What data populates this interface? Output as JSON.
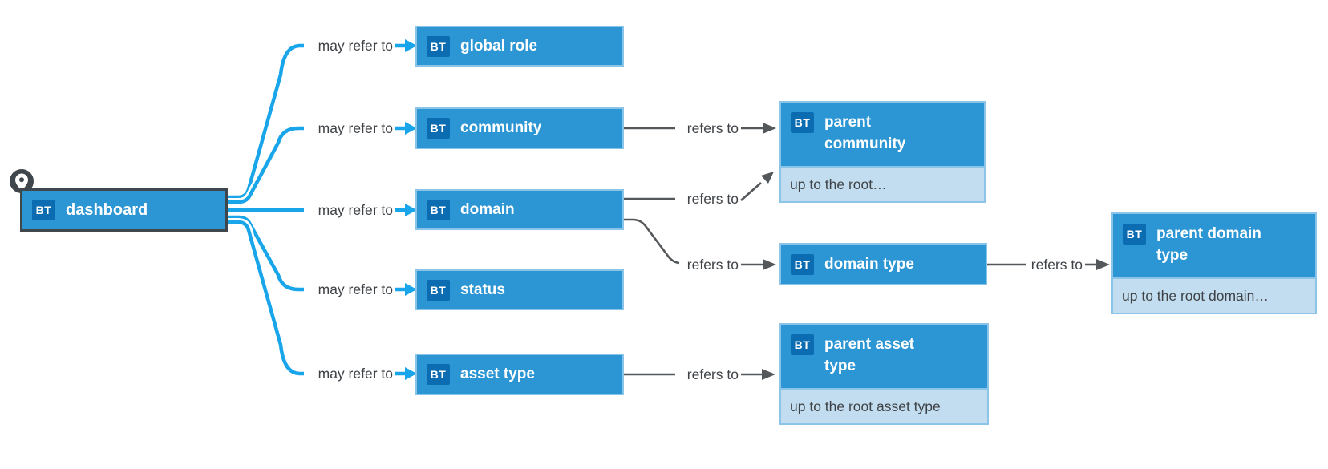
{
  "diagram": {
    "badge_text": "BT",
    "colors": {
      "node_fill": "#2C96D4",
      "badge_fill": "#0C6CB2",
      "node_border": "#8AC4E9",
      "footer_fill": "#C2DDEF",
      "root_border": "#3F464C",
      "blue_edge": "#18A5EA",
      "gray_edge": "#54585B",
      "label_text": "#3F4347"
    },
    "root": {
      "label": "dashboard"
    },
    "nodes": {
      "global_role": {
        "label": "global role"
      },
      "community": {
        "label": "community"
      },
      "domain": {
        "label": "domain"
      },
      "status": {
        "label": "status"
      },
      "asset_type": {
        "label": "asset type"
      },
      "parent_community": {
        "label": "parent community",
        "note": "up to the root…"
      },
      "domain_type": {
        "label": "domain type"
      },
      "parent_asset_type": {
        "label": "parent asset type",
        "note": "up to the root asset type"
      },
      "parent_domain_type": {
        "label": "parent domain type",
        "note": "up to the root domain…"
      }
    },
    "edge_labels": {
      "may_refer_to": "may refer to",
      "refers_to": "refers to"
    }
  }
}
